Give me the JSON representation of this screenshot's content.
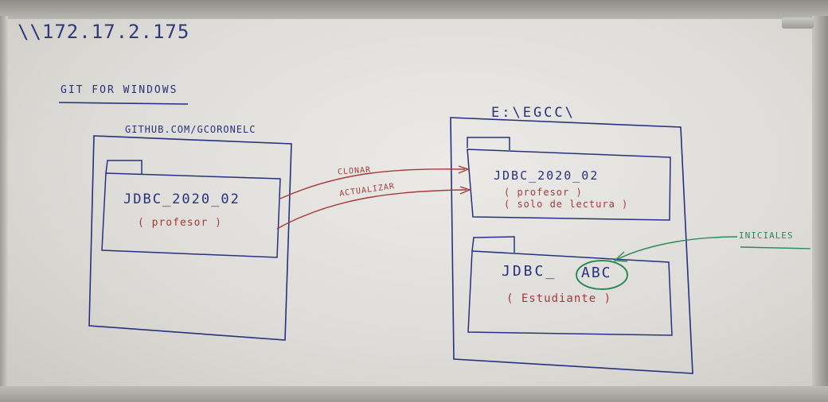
{
  "whiteboard": {
    "ip_address": "\\\\172.17.2.175",
    "heading": "GIT FOR WINDOWS",
    "remote": {
      "label": "GITHUB.COM/GCORONELC",
      "folder_name": "JDBC_2020_02",
      "folder_note": "( profesor )"
    },
    "local": {
      "label": "E:\\EGCC\\",
      "professor_folder": {
        "name": "JDBC_2020_02",
        "note": "( profesor )",
        "readonly_note": "( solo de lectura )"
      },
      "student_folder": {
        "name_prefix": "JDBC_",
        "name_suffix": "ABC",
        "note": "( Estudiante )"
      }
    },
    "arrows": {
      "clone_label": "CLONAR",
      "update_label": "ACTUALIZAR",
      "initials_label": "INICIALES"
    },
    "colors": {
      "blue_marker": "#26327e",
      "red_marker": "#a63a3c",
      "green_marker": "#2b8a57"
    }
  }
}
